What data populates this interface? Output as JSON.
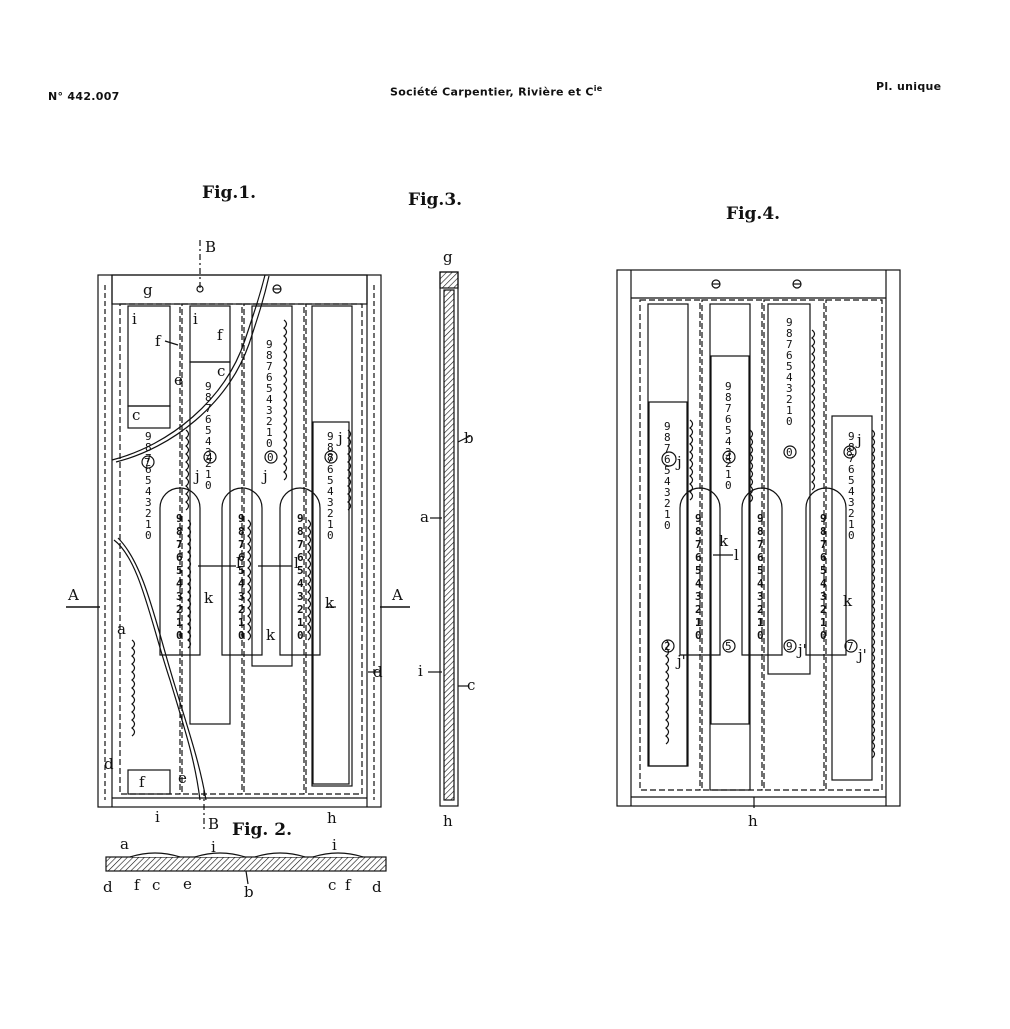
{
  "header": {
    "patent_number": "N° 442.007",
    "company": "Société Carpentier, Rivière et C",
    "company_superscript": "ie",
    "plate": "Pl. unique"
  },
  "figures": {
    "fig1": "Fig.1.",
    "fig2": "Fig. 2.",
    "fig3": "Fig.3.",
    "fig4": "Fig.4."
  },
  "fig1_labels": {
    "A_left": "A",
    "A_right": "A",
    "B_top": "B",
    "B_bottom": "B",
    "g": "g",
    "i1": "i",
    "i2": "i",
    "f1": "f",
    "f2": "f",
    "c1": "c",
    "c2": "c",
    "e1": "e",
    "e2": "e",
    "j1": "j",
    "j2": "j",
    "j3": "j",
    "l1": "l",
    "l2": "l",
    "k1": "k",
    "k2": "k",
    "k3": "k",
    "a": "a",
    "d1": "d",
    "d2": "d",
    "f3": "f",
    "i3": "i",
    "h": "h"
  },
  "fig2_labels": {
    "a": "a",
    "i1": "i",
    "i2": "i",
    "d1": "d",
    "f1": "f",
    "c1": "c",
    "e": "e",
    "b": "b",
    "c2": "c",
    "f2": "f",
    "d2": "d"
  },
  "fig3_labels": {
    "g": "g",
    "b": "b",
    "a": "a",
    "i": "i",
    "c": "c",
    "h": "h"
  },
  "fig4_labels": {
    "j1": "j",
    "j2": "j",
    "k1": "k",
    "l": "l",
    "k2": "k",
    "j3": "j'",
    "j4": "j'",
    "j5": "j'",
    "h": "h"
  },
  "counter_digits": [
    "9",
    "8",
    "7",
    "6",
    "5",
    "4",
    "3",
    "2",
    "1",
    "0"
  ],
  "fig1_circled": [
    "7",
    "4",
    "0",
    "8"
  ],
  "fig4_circled_top": [
    "4",
    "0",
    "8"
  ],
  "fig4_circled_bottom": [
    "2",
    "5",
    "9",
    "7"
  ]
}
